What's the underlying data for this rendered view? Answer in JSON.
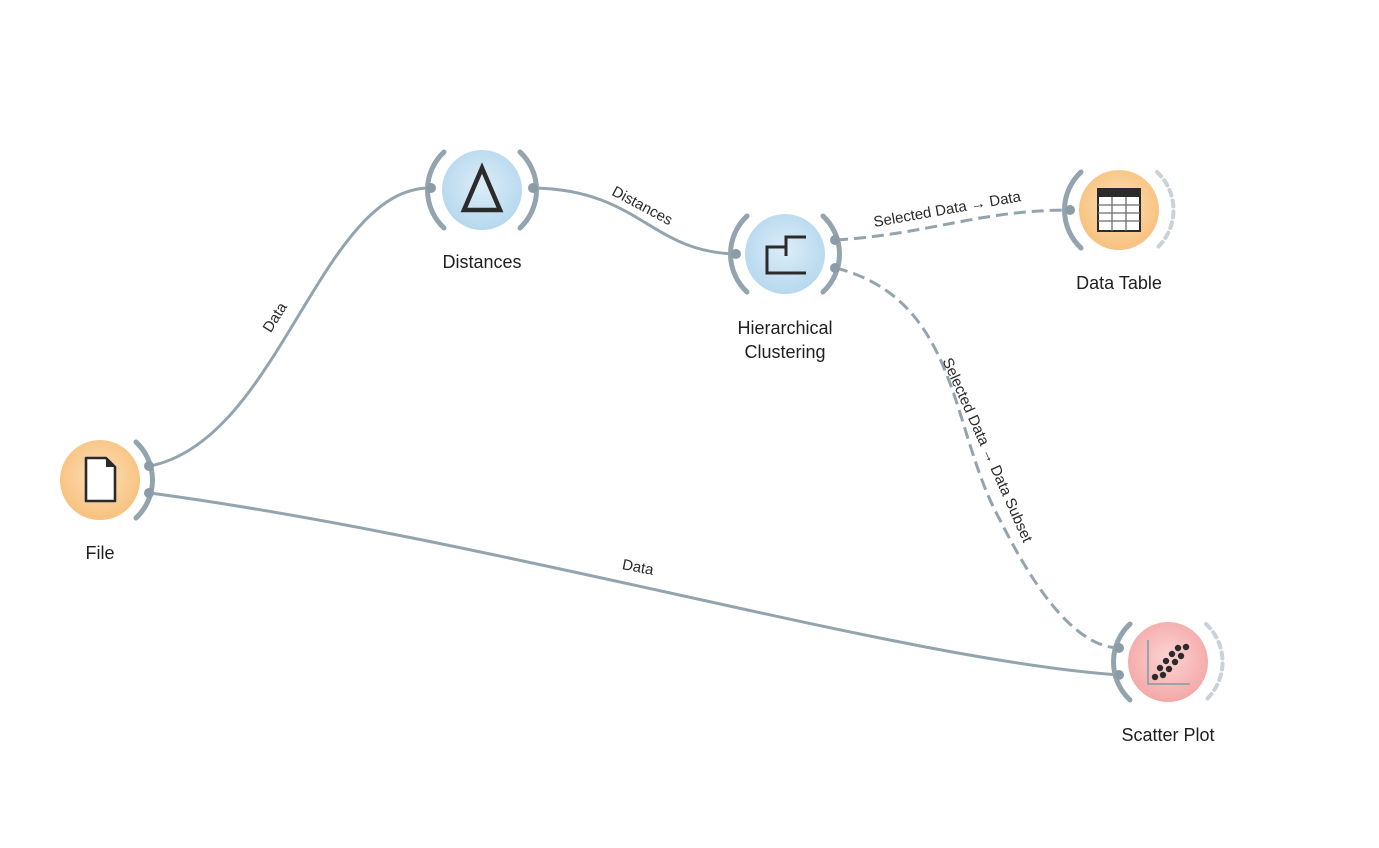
{
  "nodes": {
    "file": {
      "label": "File",
      "icon": "file-icon",
      "color": "#f9c98a"
    },
    "distances": {
      "label": "Distances",
      "icon": "delta-icon",
      "color": "#bcdcf0"
    },
    "hierarchical": {
      "label_line1": "Hierarchical",
      "label_line2": "Clustering",
      "icon": "dendrogram-icon",
      "color": "#bcdcf0"
    },
    "data_table": {
      "label": "Data Table",
      "icon": "table-icon",
      "color": "#f9c98a"
    },
    "scatter_plot": {
      "label": "Scatter Plot",
      "icon": "scatter-plot-icon",
      "color": "#f7b3b3"
    }
  },
  "links": {
    "file_distances": {
      "label": "Data"
    },
    "distances_hierarchical": {
      "label": "Distances"
    },
    "hierarchical_table": {
      "label": "Selected Data → Data"
    },
    "hierarchical_scatter": {
      "label": "Selected Data → Data Subset"
    },
    "file_scatter": {
      "label": "Data"
    }
  },
  "colors": {
    "link": "#93a4ae",
    "link_dashed": "#93a4ae",
    "anchor": "#8c9ca6",
    "anchor_faint": "#c9d2d8"
  }
}
